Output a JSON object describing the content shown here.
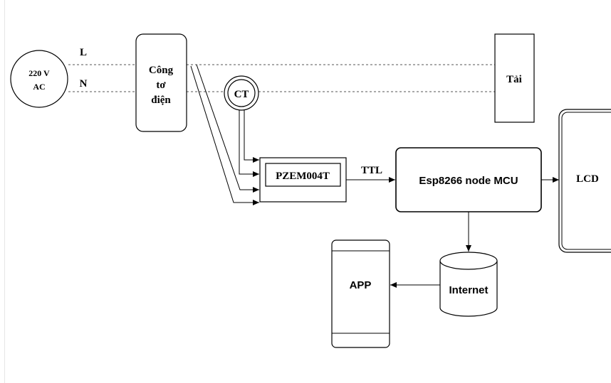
{
  "nodes": {
    "source": {
      "line1": "220 V",
      "line2": "AC"
    },
    "meter": {
      "line1": "Công",
      "line2": "tơ",
      "line3": "điện"
    },
    "ct": {
      "label": "CT"
    },
    "load": {
      "label": "Tải"
    },
    "pzem": {
      "label": "PZEM004T"
    },
    "mcu": {
      "label": "Esp8266 node MCU"
    },
    "lcd": {
      "label": "LCD"
    },
    "internet": {
      "label": "Internet"
    },
    "app": {
      "label": "APP"
    }
  },
  "lines": {
    "live_label": "L",
    "neutral_label": "N",
    "ttl_label": "TTL"
  },
  "colors": {
    "stroke": "#000000",
    "dashed": "#555555",
    "background": "#ffffff"
  }
}
